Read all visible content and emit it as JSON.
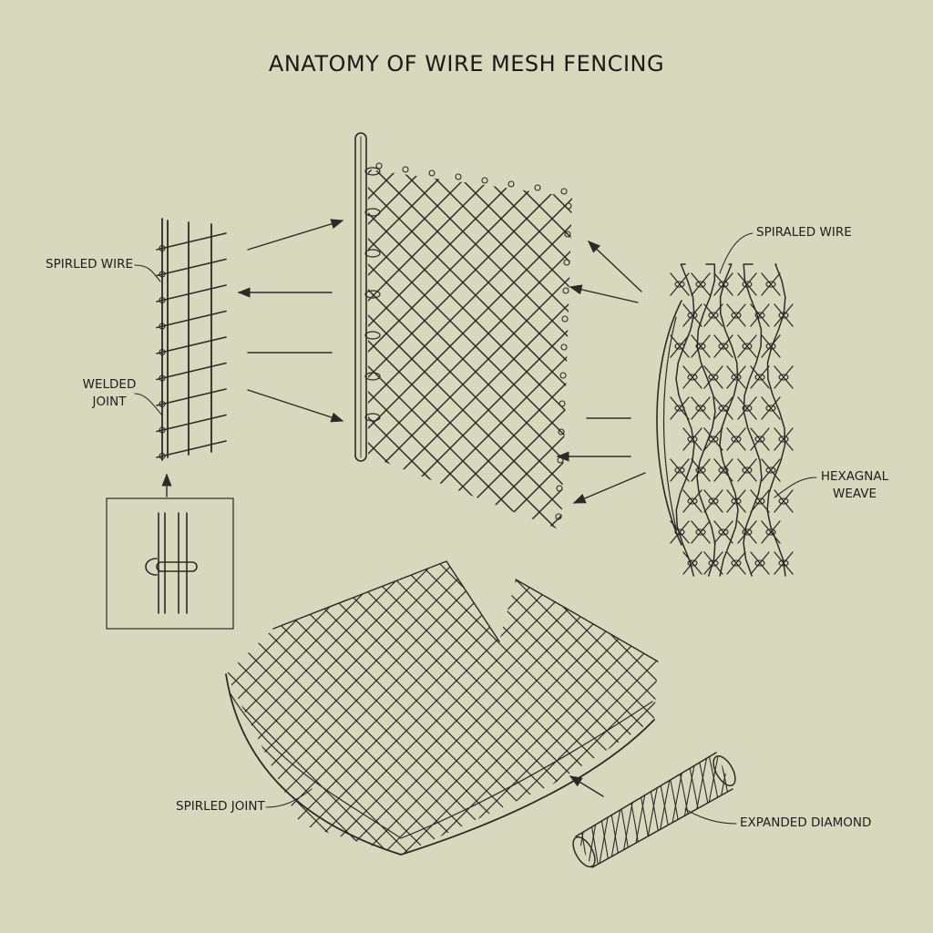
{
  "title": "ANATOMY OF WIRE MESH FENCING",
  "labels": {
    "spirled_wire": "SPIRLED WIRE",
    "welded_joint_line1": "WELDED",
    "welded_joint_line2": "JOINT",
    "spiraled_wire": "SPIRALED WIRE",
    "hexagonal_line1": "HEXAGNAL",
    "hexagonal_line2": "WEAVE",
    "spirled_joint": "SPIRLED JOINT",
    "expanded_diamond": "EXPANDED DIAMOND"
  },
  "colors": {
    "background": "#d8d8bf",
    "ink": "#2a2a26"
  }
}
